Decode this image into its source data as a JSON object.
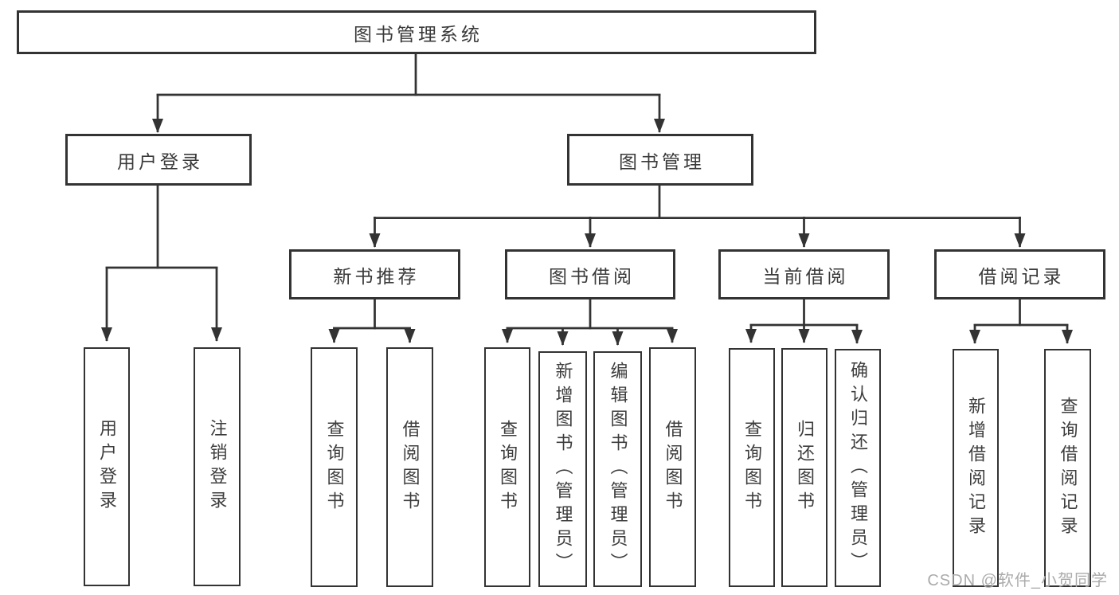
{
  "diagram_title": "图书管理系统",
  "watermark": {
    "text": "CSDN @软件_小贺同学"
  },
  "colors": {
    "line": "#333333",
    "text": "#3a3a3a",
    "watermark": "#ababab",
    "background": "#ffffff"
  },
  "tree": {
    "label": "图书管理系统",
    "children": [
      {
        "label": "用户登录",
        "children": [
          {
            "label": "用户登录"
          },
          {
            "label": "注销登录"
          }
        ]
      },
      {
        "label": "图书管理",
        "children": [
          {
            "label": "新书推荐",
            "children": [
              {
                "label": "查询图书"
              },
              {
                "label": "借阅图书"
              }
            ]
          },
          {
            "label": "图书借阅",
            "children": [
              {
                "label": "查询图书"
              },
              {
                "label": "新增图书（管理员）"
              },
              {
                "label": "编辑图书（管理员）"
              },
              {
                "label": "借阅图书"
              }
            ]
          },
          {
            "label": "当前借阅",
            "children": [
              {
                "label": "查询图书"
              },
              {
                "label": "归还图书"
              },
              {
                "label": "确认归还（管理员）"
              }
            ]
          },
          {
            "label": "借阅记录",
            "children": [
              {
                "label": "新增借阅记录"
              },
              {
                "label": "查询借阅记录"
              }
            ]
          }
        ]
      }
    ]
  }
}
